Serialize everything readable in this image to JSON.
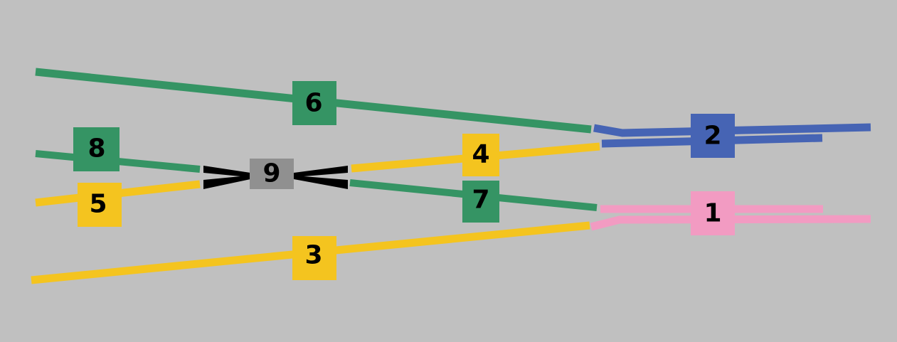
{
  "colors": {
    "background": "#c0c0c0",
    "green": "#359464",
    "blue": "#4664b4",
    "yellow": "#f4c41f",
    "pink": "#f29bc2",
    "crossing": "#000000",
    "crossing_block": "#909090"
  },
  "blocks": [
    {
      "id": "1",
      "label": "1",
      "color": "pink"
    },
    {
      "id": "2",
      "label": "2",
      "color": "blue"
    },
    {
      "id": "3",
      "label": "3",
      "color": "yellow"
    },
    {
      "id": "4",
      "label": "4",
      "color": "yellow"
    },
    {
      "id": "5",
      "label": "5",
      "color": "yellow"
    },
    {
      "id": "6",
      "label": "6",
      "color": "green"
    },
    {
      "id": "7",
      "label": "7",
      "color": "green"
    },
    {
      "id": "8",
      "label": "8",
      "color": "green"
    },
    {
      "id": "9",
      "label": "9",
      "color": "crossing_block"
    }
  ]
}
